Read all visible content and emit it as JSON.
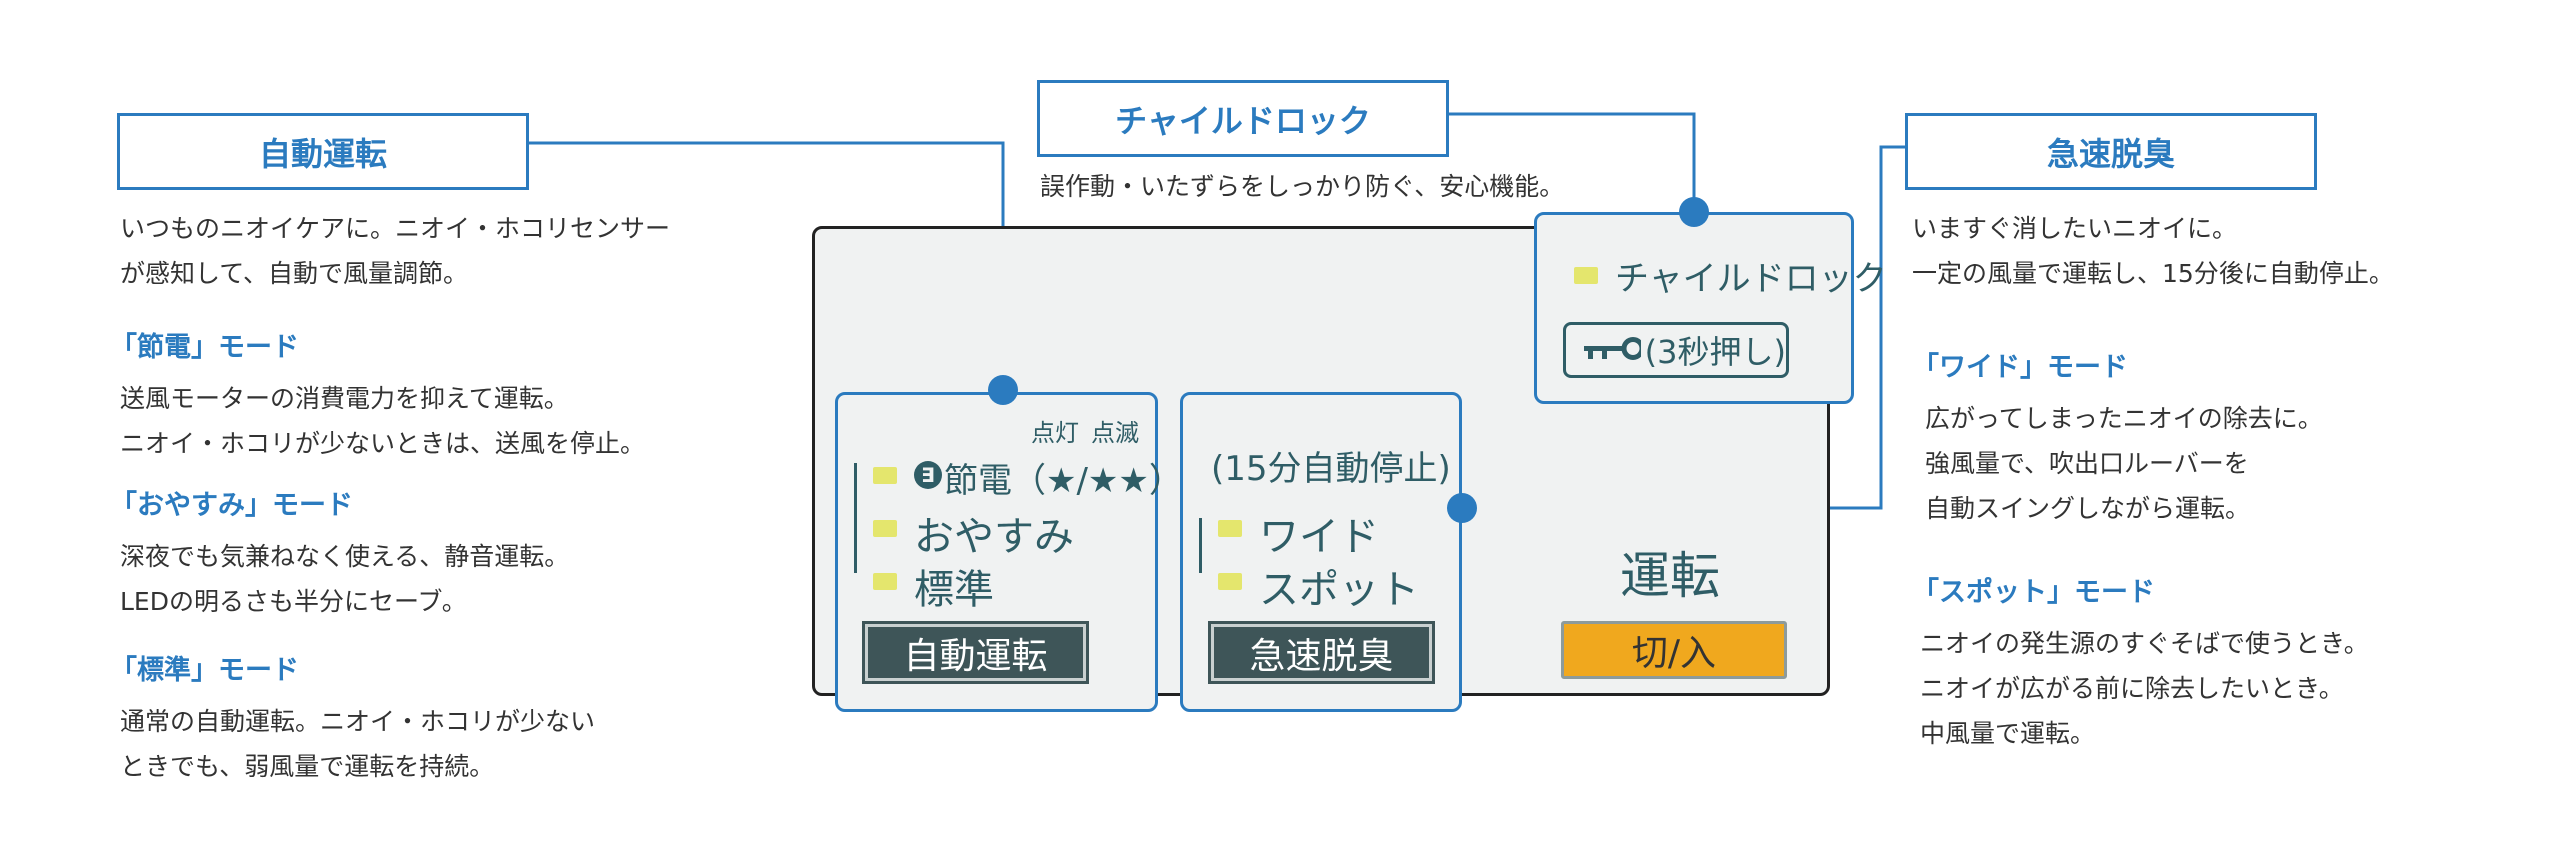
{
  "auto": {
    "title": "自動運転",
    "desc1": "いつものニオイケアに。ニオイ・ホコリセンサー",
    "desc2": "が感知して、自動で風量調節。",
    "modes": [
      {
        "title": "「節電」モード",
        "line1": "送風モーターの消費電力を抑えて運転。",
        "line2": "ニオイ・ホコリが少ないときは、送風を停止。"
      },
      {
        "title": "「おやすみ」モード",
        "line1": "深夜でも気兼ねなく使える、静音運転。",
        "line2": "LEDの明るさも半分にセーブ。"
      },
      {
        "title": "「標準」モード",
        "line1": "通常の自動運転。ニオイ・ホコリが少ない",
        "line2": "ときでも、弱風量で運転を持続。"
      }
    ]
  },
  "child_lock": {
    "title": "チャイルドロック",
    "desc": "誤作動・いたずらをしっかり防ぐ、安心機能。"
  },
  "rapid": {
    "title": "急速脱臭",
    "desc1": "いますぐ消したいニオイに。",
    "desc2": "一定の風量で運転し、15分後に自動停止。",
    "modes": [
      {
        "title": "「ワイド」モード",
        "line1": "広がってしまったニオイの除去に。",
        "line2": "強風量で、吹出口ルーバーを",
        "line3": "自動スイングしながら運転。"
      },
      {
        "title": "「スポット」モード",
        "line1": "ニオイの発生源のすぐそばで使うとき。",
        "line2": "ニオイが広がる前に除去したいとき。",
        "line3": "中風量で運転。"
      }
    ]
  },
  "panel": {
    "auto_group": {
      "led_labels": [
        "点灯",
        "点滅"
      ],
      "power_save_label": "節電（★/★★）",
      "sleep_label": "おやすみ",
      "standard_label": "標準",
      "button_label": "自動運転"
    },
    "rapid_group": {
      "note": "(15分自動停止)",
      "wide_label": "ワイド",
      "spot_label": "スポット",
      "button_label": "急速脱臭"
    },
    "lock_group": {
      "label": "チャイルドロック",
      "button_label": "(3秒押し)"
    },
    "power": {
      "label": "運転",
      "button_label": "切/入"
    }
  },
  "colors": {
    "accent": "#2b7bbf",
    "led": "#e4e66d",
    "button_dark": "#3e5558",
    "power_button": "#f0a81e"
  }
}
